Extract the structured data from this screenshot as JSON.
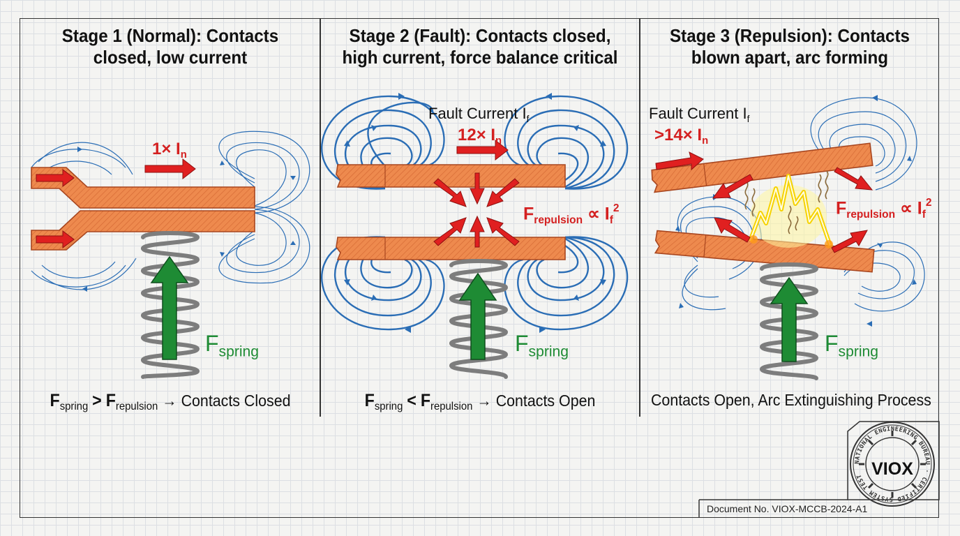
{
  "stages": [
    {
      "title_line1": "Stage 1 (Normal): Contacts",
      "title_line2": "closed, low current",
      "current_label": "1× I",
      "current_sub": "n",
      "spring_label": "F",
      "spring_sub": "spring",
      "caption": {
        "f1": "F",
        "f1_sub": "spring",
        "op": ">",
        "f2": "F",
        "f2_sub": "repulsion",
        "result": "→ Contacts Closed"
      }
    },
    {
      "title_line1": "Stage 2 (Fault): Contacts closed,",
      "title_line2": "high current, force balance critical",
      "fault_label": "Fault Current I",
      "fault_sub": "f",
      "current_label": "12× I",
      "current_sub": "n",
      "repulsion_label": "F",
      "repulsion_sub": "repulsion",
      "repulsion_tail": " ∝ I",
      "repulsion_tail_sub": "f",
      "repulsion_sup": "2",
      "spring_label": "F",
      "spring_sub": "spring",
      "caption": {
        "f1": "F",
        "f1_sub": "spring",
        "op": "<",
        "f2": "F",
        "f2_sub": "repulsion",
        "result": "→ Contacts Open"
      }
    },
    {
      "title_line1": "Stage 3 (Repulsion): Contacts",
      "title_line2": "blown apart, arc forming",
      "fault_label": "Fault Current I",
      "fault_sub": "f",
      "current_label": ">14× I",
      "current_sub": "n",
      "repulsion_label": "F",
      "repulsion_sub": "repulsion",
      "repulsion_tail": " ∝ I",
      "repulsion_tail_sub": "f",
      "repulsion_sup": "2",
      "spring_label": "F",
      "spring_sub": "spring",
      "caption_text": "Contacts Open, Arc Extinguishing Process"
    }
  ],
  "stamp": {
    "brand": "VIOX",
    "ring_text": "NATIONAL ENGINEERING BUREAU · CERTIFIED SYSTEM TEST"
  },
  "document_no": "Document No. VIOX-MCCB-2024-A1",
  "colors": {
    "copper": "#ee8a4e",
    "copper_dark": "#c2552a",
    "field": "#2a6db5",
    "force_red": "#d42020",
    "spring_green": "#1e8b34",
    "spring_metal": "#8a8a8a"
  }
}
